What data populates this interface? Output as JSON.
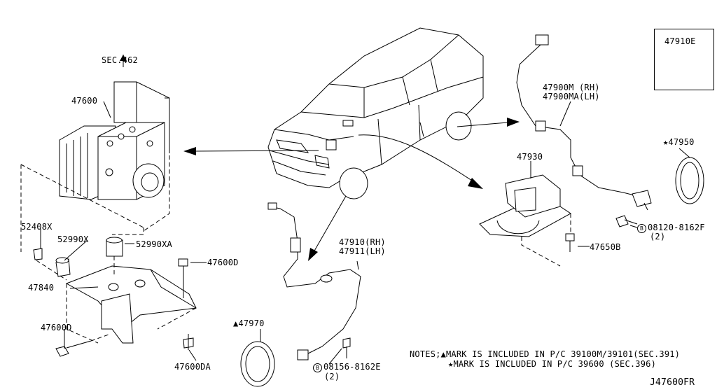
{
  "diagram_code": "J47600FR",
  "parts": {
    "sec462": "SEC.462",
    "p47600": "47600",
    "p52408x": "52408X",
    "p52990x": "52990X",
    "p52990xa": "52990XA",
    "p47600d_top": "47600D",
    "p47840": "47840",
    "p47600d_bottom": "47600D",
    "p47600da": "47600DA",
    "p47970": "47970",
    "p47910_rh": "47910(RH)",
    "p47911_lh": "47911(LH)",
    "p08156": "08156-8162E",
    "p08156_qty": "(2)",
    "p47930": "47930",
    "p47650b": "47650B",
    "p47900m_rh": "47900M (RH)",
    "p47900ma_lh": "47900MA(LH)",
    "p47950": "47950",
    "p08120": "08120-8162F",
    "p08120_qty": "(2)",
    "p47910e": "47910E"
  },
  "symbols": {
    "triangle": "▲",
    "star": "★",
    "bolt_b": "B"
  },
  "notes": {
    "prefix": "NOTES;",
    "line1": "MARK IS INCLUDED IN P/C 39100M/39101(SEC.391)",
    "line2": "MARK IS INCLUDED IN P/C 39600 (SEC.396)"
  }
}
